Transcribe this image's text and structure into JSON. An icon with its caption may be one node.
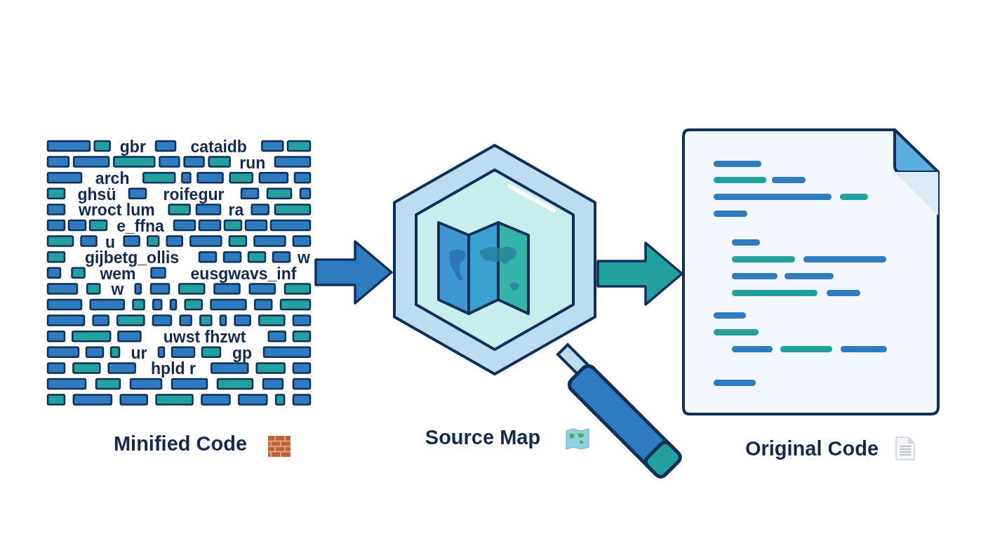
{
  "diagram": {
    "nodes": [
      {
        "text": [
          "Minified Code"
        ]
      },
      {
        "text": [
          "Source Map"
        ]
      },
      {
        "text": [
          "Original Code"
        ]
      }
    ],
    "edges": [
      {
        "from": 0,
        "to": 1,
        "arrow": "to"
      },
      {
        "from": 1,
        "to": 2,
        "arrow": "to",
        "color": "#22a1a0"
      }
    ],
    "labels": [
      "gbr",
      "cataidb",
      "run",
      "arch",
      "ghsü",
      "roifegur",
      "wroct lum",
      "ra",
      "e_ffna",
      "u",
      "gijbetg_ollis",
      "w",
      "wem",
      "eusgwavs_inf",
      "w",
      "uwst fhzwt",
      "ur",
      "gp",
      "hpld r"
    ]
  }
}
